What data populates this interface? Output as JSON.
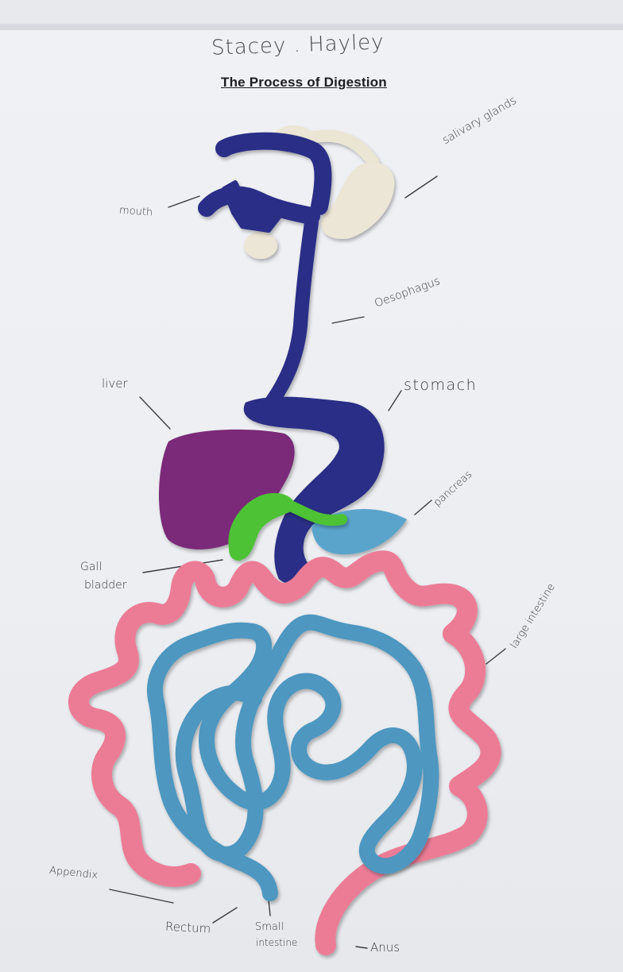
{
  "header": {
    "author_names": "Stacey . Hayley",
    "title": "The Process of Digestion"
  },
  "labels": {
    "mouth": "mouth",
    "salivary_glands": "salivary glands",
    "oesophagus": "Oesophagus",
    "liver": "liver",
    "stomach": "stomach",
    "pancreas": "pancreas",
    "gall_bladder_line1": "Gall",
    "gall_bladder_line2": "bladder",
    "large_intestine": "large intestine",
    "appendix": "Appendix",
    "rectum": "Rectum",
    "small_intestine_line1": "Small",
    "small_intestine_line2": "intestine",
    "anus": "Anus"
  },
  "colors": {
    "paper": "#eceef2",
    "oesophagus_mouth_stomach": "#2b2f86",
    "salivary_glands": "#ece6d6",
    "liver": "#7a2a78",
    "gall_bladder": "#4ec236",
    "pancreas": "#5aa4cc",
    "small_intestine": "#4d97c0",
    "large_intestine": "#ec7c96",
    "label_ink": "#3a3a3e"
  }
}
